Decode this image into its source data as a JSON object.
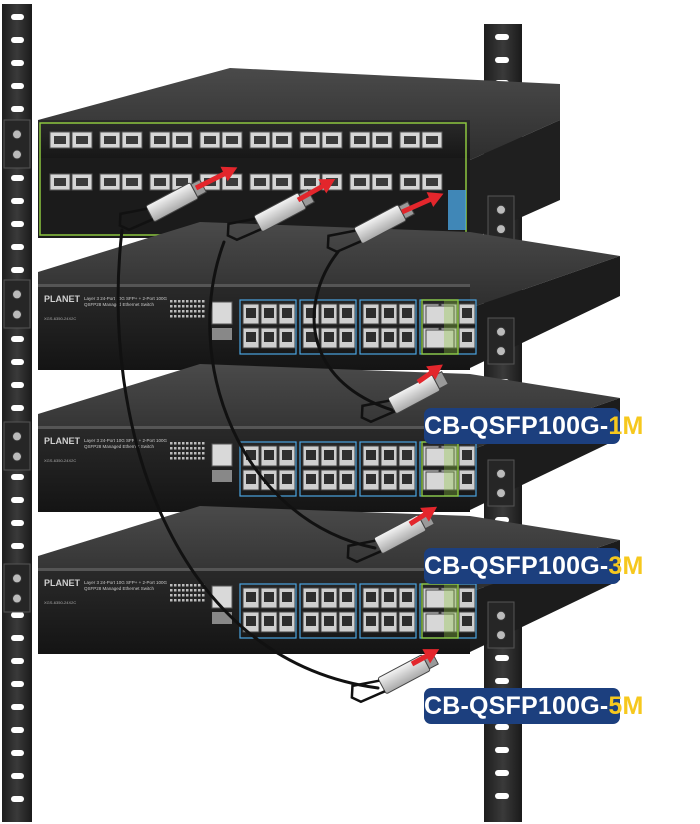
{
  "brand": {
    "logo_text": "PLANET"
  },
  "switch_front": {
    "description_line1": "Layer 3 24-Port 10G SFP+ + 2-Port 100G",
    "description_line2": "QSFP28 Managed Ethernet Switch",
    "model": "XGS-6350-24X2C"
  },
  "cable_labels": [
    {
      "prefix": "CB-QSFP100G-",
      "length": "1M"
    },
    {
      "prefix": "CB-QSFP100G-",
      "length": "3M"
    },
    {
      "prefix": "CB-QSFP100G-",
      "length": "5M"
    }
  ],
  "colors": {
    "label_bg": "#1c3f7e",
    "label_length": "#f6c81e",
    "connection_arrow": "#e3262c",
    "port_accent": "#4aa3df",
    "qsfp_accent": "#8cc63f"
  }
}
